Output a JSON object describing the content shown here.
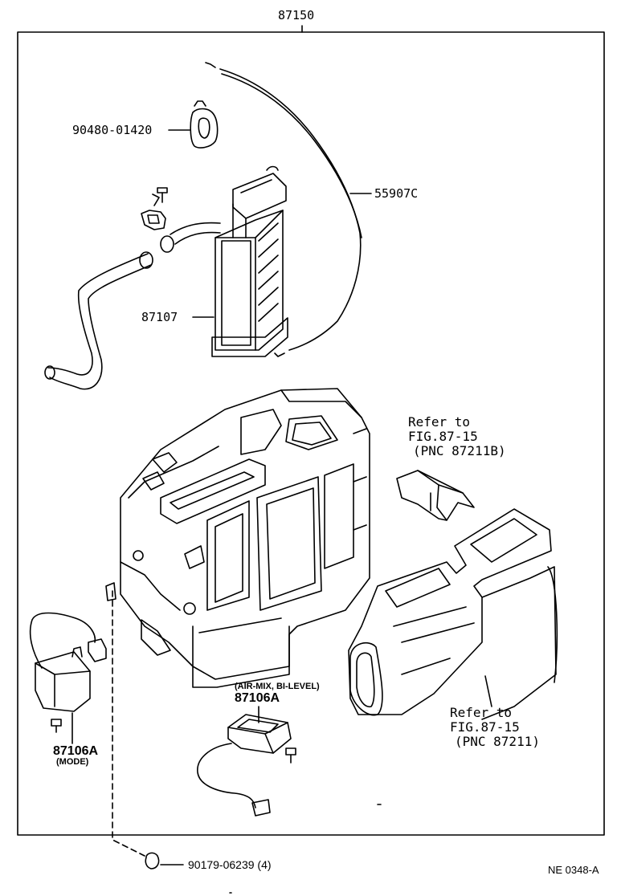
{
  "assembly": {
    "part_number": "87150"
  },
  "parts": {
    "grommet": "90480-01420",
    "cable": "55907C",
    "heater_core": "87107",
    "mode_servo": "87106A",
    "mode_servo_note": "(MODE)",
    "airmix_servo": "87106A",
    "airmix_servo_note": "(AIR-MIX, BI-LEVEL)",
    "clip": "90179-06239 (4)"
  },
  "refs": {
    "upper": {
      "line1": "Refer to",
      "line2": "FIG.87-15",
      "line3": "(PNC 87211B)"
    },
    "lower": {
      "line1": "Refer to",
      "line2": "FIG.87-15",
      "line3": "(PNC 87211)"
    }
  },
  "footer": {
    "code": "NE 0348-A"
  }
}
